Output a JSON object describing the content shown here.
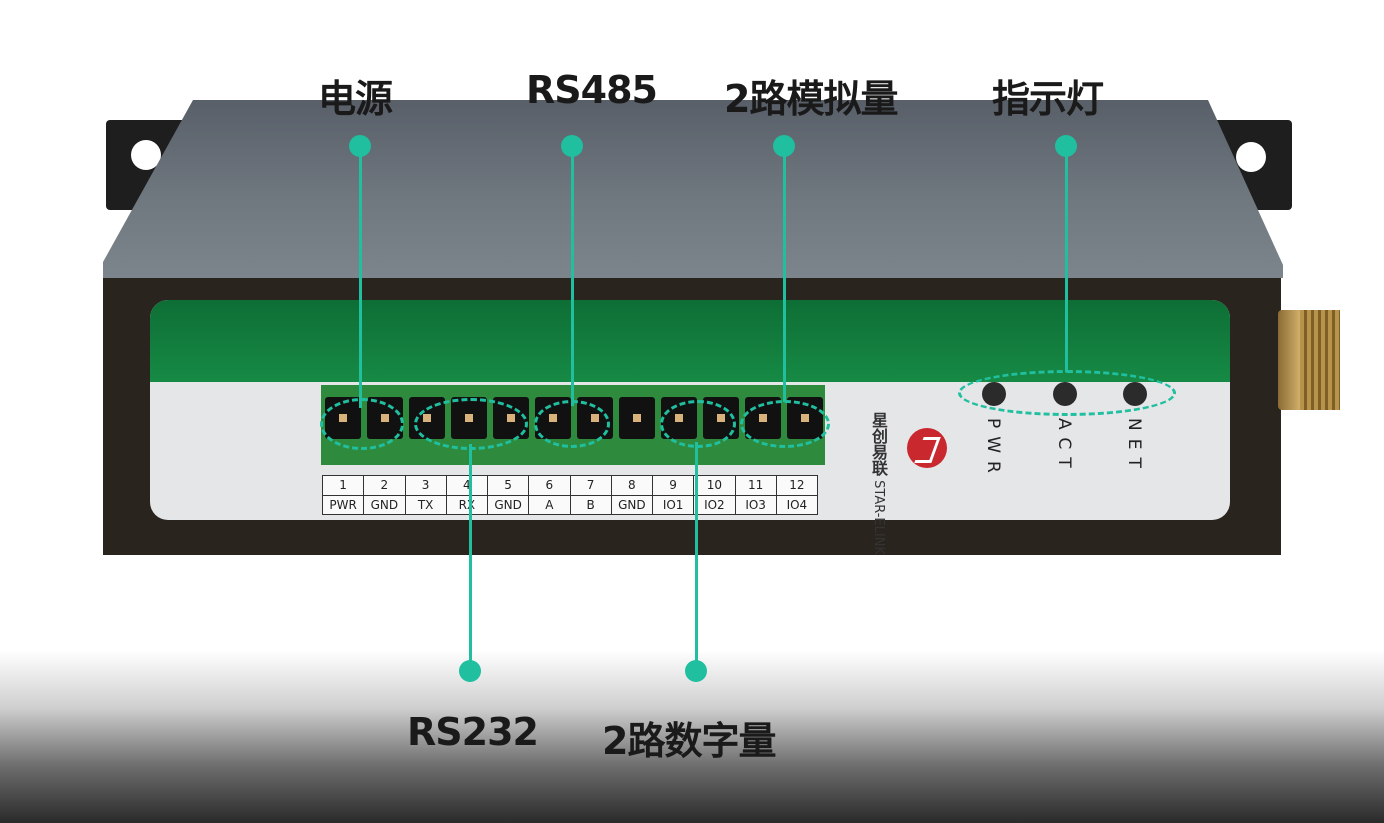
{
  "callouts_top": [
    "电源",
    "RS485",
    "2路模拟量",
    "指示灯"
  ],
  "callouts_bottom": [
    "RS232",
    "2路数字量"
  ],
  "terminal": {
    "numbers": [
      "1",
      "2",
      "3",
      "4",
      "5",
      "6",
      "7",
      "8",
      "9",
      "10",
      "11",
      "12"
    ],
    "names": [
      "PWR",
      "GND",
      "TX",
      "RX",
      "GND",
      "A",
      "B",
      "GND",
      "IO1",
      "IO2",
      "IO3",
      "IO4"
    ]
  },
  "leds": [
    "PWR",
    "ACT",
    "NET"
  ],
  "brand": {
    "cn": "星创易联",
    "en": "STAR-ELINK"
  },
  "colors": {
    "accent": "#1fbf9f",
    "panel_green": "#168a45",
    "logo_red": "#c8282e"
  }
}
